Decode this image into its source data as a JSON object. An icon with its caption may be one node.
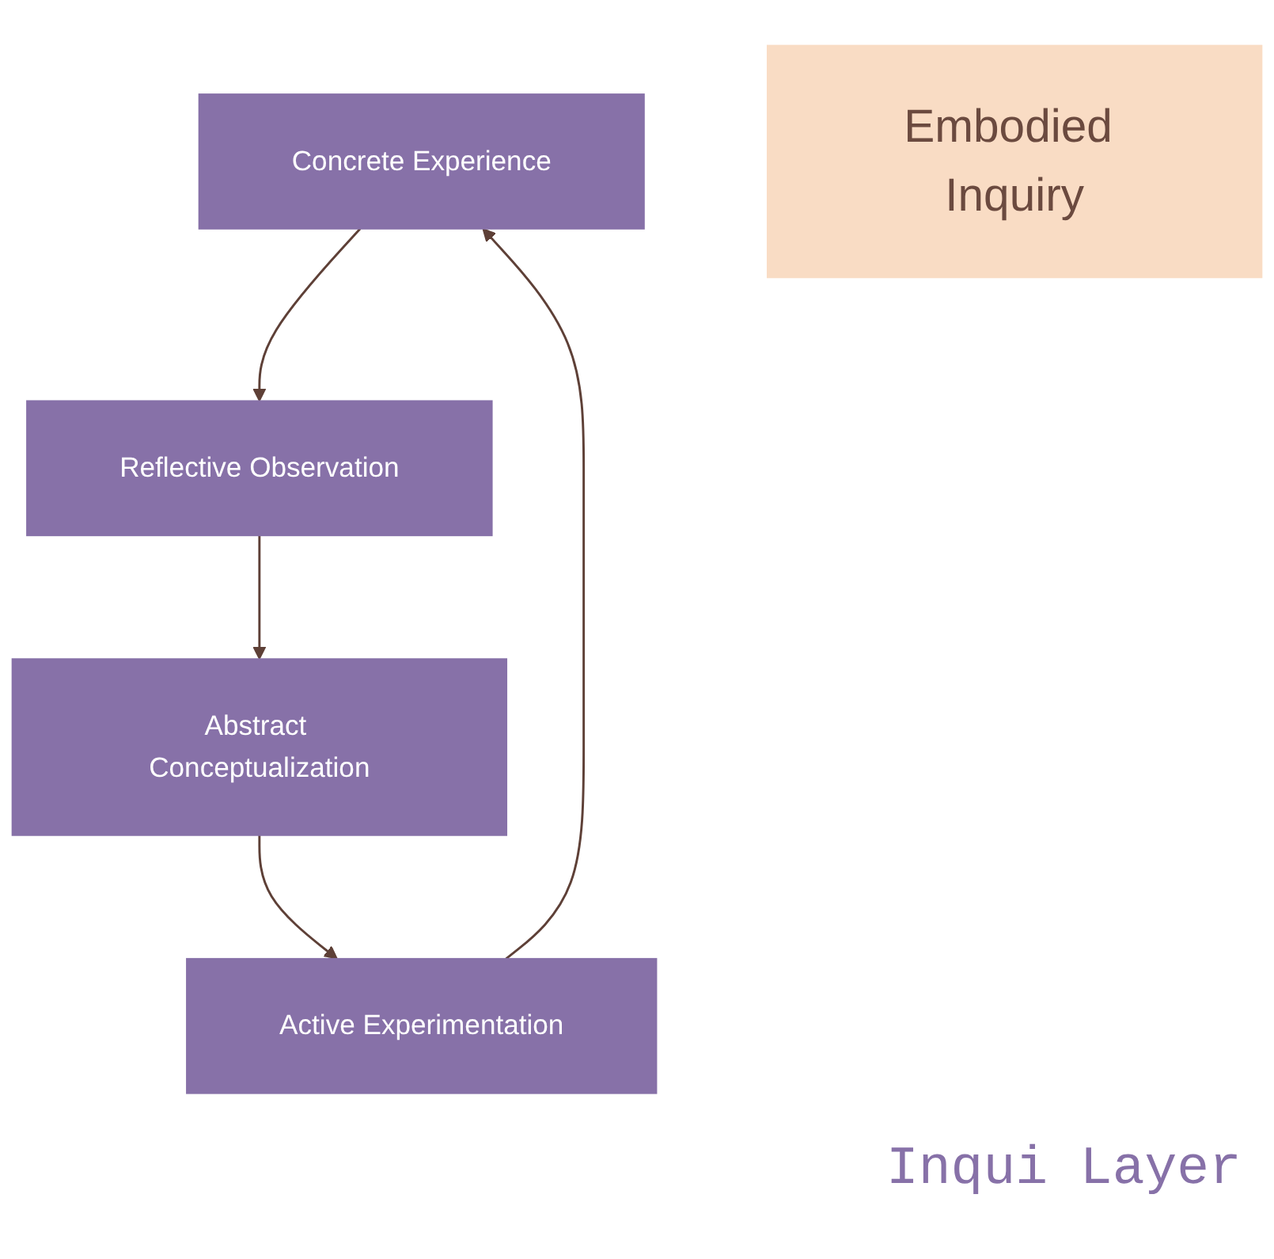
{
  "diagram": {
    "nodes": [
      {
        "text": [
          "Concrete Experience"
        ]
      },
      {
        "text": [
          "Reflective Observation"
        ]
      },
      {
        "text": [
          "Abstract Conceptualization"
        ]
      },
      {
        "text": [
          "Active Experimentation"
        ]
      },
      {
        "text": [
          "Embodied Inquiry"
        ]
      }
    ],
    "edges": [
      {
        "from": 0,
        "to": 1,
        "arrow": "to"
      },
      {
        "from": 1,
        "to": 2,
        "arrow": "to"
      },
      {
        "from": 2,
        "to": 3,
        "arrow": "to"
      },
      {
        "from": 3,
        "to": 0,
        "arrow": "to"
      }
    ],
    "labels": [
      "Inqui Layer"
    ]
  }
}
